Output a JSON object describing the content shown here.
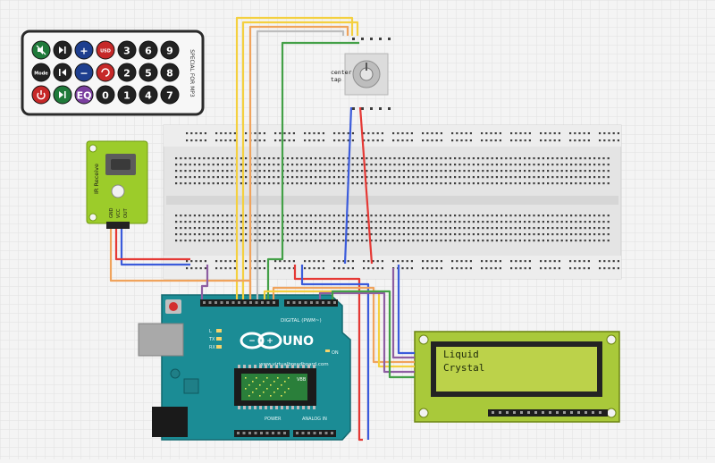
{
  "remote": {
    "rows": [
      [
        {
          "label": "",
          "color": "#1f7a3a",
          "icon": "mute-icon"
        },
        {
          "label": "",
          "color": "#222222",
          "icon": "play-next-icon"
        },
        {
          "label": "+",
          "color": "#1e3f8f",
          "icon": "plus-icon"
        },
        {
          "label": "USD",
          "color": "#c62828",
          "icon": "usd-label-icon"
        },
        {
          "label": "3",
          "color": "#222222",
          "icon": "digit-icon"
        },
        {
          "label": "6",
          "color": "#222222",
          "icon": "digit-icon"
        },
        {
          "label": "9",
          "color": "#222222",
          "icon": "digit-icon"
        }
      ],
      [
        {
          "label": "Mode",
          "color": "#222222",
          "icon": "mode-icon"
        },
        {
          "label": "",
          "color": "#222222",
          "icon": "rewind-icon"
        },
        {
          "label": "−",
          "color": "#1e3f8f",
          "icon": "minus-icon"
        },
        {
          "label": "",
          "color": "#c62828",
          "icon": "repeat-icon"
        },
        {
          "label": "2",
          "color": "#222222",
          "icon": "digit-icon"
        },
        {
          "label": "5",
          "color": "#222222",
          "icon": "digit-icon"
        },
        {
          "label": "8",
          "color": "#222222",
          "icon": "digit-icon"
        }
      ],
      [
        {
          "label": "",
          "color": "#c62828",
          "icon": "power-icon"
        },
        {
          "label": "",
          "color": "#1f7a3a",
          "icon": "play-pause-icon"
        },
        {
          "label": "EQ",
          "color": "#7b3fa0",
          "icon": "eq-icon"
        },
        {
          "label": "0",
          "color": "#222222",
          "icon": "digit-icon"
        },
        {
          "label": "1",
          "color": "#222222",
          "icon": "digit-icon"
        },
        {
          "label": "4",
          "color": "#222222",
          "icon": "digit-icon"
        },
        {
          "label": "7",
          "color": "#222222",
          "icon": "digit-icon"
        }
      ]
    ],
    "side_text": "SPECIAL FOR MP3"
  },
  "ir_module": {
    "title": "IR Receive",
    "pins": [
      "GND",
      "VCC",
      "OUT"
    ]
  },
  "potentiometer": {
    "label_line1": "center",
    "label_line2": "tap"
  },
  "arduino": {
    "brand": "UNO",
    "site": "www.virtualbreadboard.com",
    "digital_label": "DIGITAL (PWM~)",
    "power_label": "POWER",
    "analog_label": "ANALOG IN",
    "led_labels": [
      "L",
      "TX",
      "RX"
    ],
    "on_label": "ON",
    "chip_text": "VBB"
  },
  "lcd": {
    "line1": "Liquid",
    "line2": "Crystal"
  },
  "colors": {
    "wire_red": "#e53935",
    "wire_blue": "#3b5bdb",
    "wire_green": "#43a047",
    "wire_yellow": "#f4d03f",
    "wire_orange": "#f0a35c",
    "wire_purple": "#8e5ea2",
    "wire_gray": "#9e9e9e",
    "board_teal": "#1b8c95",
    "ir_pcb": "#9ccc2a",
    "lcd_screen": "#a9c93a"
  }
}
